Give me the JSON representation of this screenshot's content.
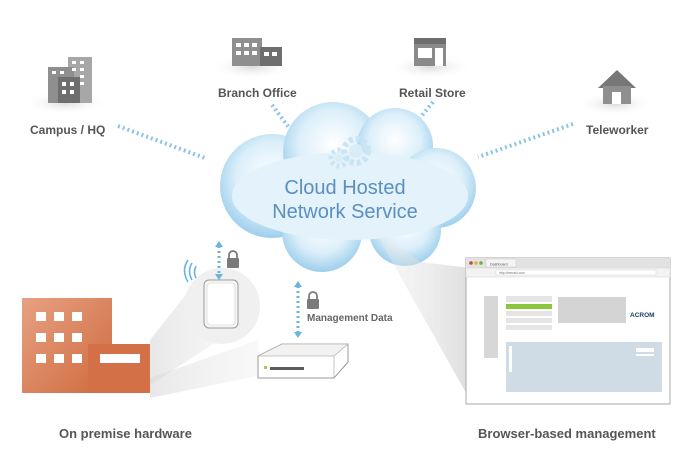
{
  "cloud": {
    "line1": "Cloud Hosted",
    "line2": "Network Service"
  },
  "sites": {
    "campus": "Campus / HQ",
    "branch": "Branch Office",
    "retail": "Retail Store",
    "teleworker": "Teleworker"
  },
  "management_data": "Management Data",
  "on_premise": "On premise hardware",
  "browser_mgmt": "Browser-based management",
  "browser": {
    "tab": "Dashboard",
    "url": "http://meraki.com",
    "logo": "ACROM"
  },
  "colors": {
    "cloud_light": "#eaf5fc",
    "cloud_dark": "#9ed0ee",
    "cloud_text": "#5a8fc0",
    "dots": "#8cc4e4",
    "building": "#d97a50",
    "icon_gray": "#8f8f8f"
  }
}
